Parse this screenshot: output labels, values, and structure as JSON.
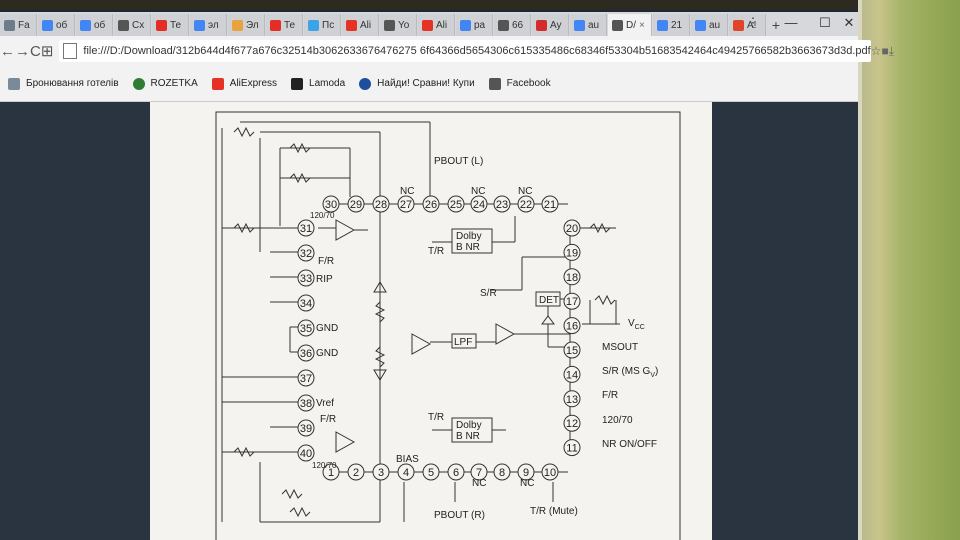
{
  "browser": {
    "tabs": [
      {
        "label": "Fa",
        "icon": "page-icon",
        "color": "#6d7c8c"
      },
      {
        "label": "об",
        "icon": "google-icon",
        "color": "#4285f4"
      },
      {
        "label": "об",
        "icon": "google-icon",
        "color": "#4285f4"
      },
      {
        "label": "Сх",
        "icon": "page-icon",
        "color": "#555555"
      },
      {
        "label": "Те",
        "icon": "youtube-icon",
        "color": "#e52d27"
      },
      {
        "label": "эл",
        "icon": "google-icon",
        "color": "#4285f4"
      },
      {
        "label": "Эл",
        "icon": "bookmark-icon",
        "color": "#e8a33d"
      },
      {
        "label": "Те",
        "icon": "youtube-icon",
        "color": "#e52d27"
      },
      {
        "label": "Пс",
        "icon": "star-icon",
        "color": "#3ba4e6"
      },
      {
        "label": "Ali",
        "icon": "aliexpress-icon",
        "color": "#e43225"
      },
      {
        "label": "Yo",
        "icon": "page-icon",
        "color": "#555555"
      },
      {
        "label": "Ali",
        "icon": "aliexpress-icon",
        "color": "#e43225"
      },
      {
        "label": "ра",
        "icon": "google-icon",
        "color": "#4285f4"
      },
      {
        "label": "66",
        "icon": "page-icon",
        "color": "#555555"
      },
      {
        "label": "Ау",
        "icon": "toyota-icon",
        "color": "#d22d2d"
      },
      {
        "label": "au",
        "icon": "google-icon",
        "color": "#4285f4"
      },
      {
        "label": "D/",
        "icon": "page-icon",
        "color": "#555555",
        "active": true
      },
      {
        "label": "21",
        "icon": "google-icon",
        "color": "#4285f4"
      },
      {
        "label": "au",
        "icon": "google-icon",
        "color": "#4285f4"
      },
      {
        "label": "А!",
        "icon": "t-icon",
        "color": "#e0452b"
      }
    ],
    "new_tab_symbol": "+",
    "window_controls": {
      "menu": "⋮",
      "minimize": "—",
      "maximize": "☐",
      "close": "✕"
    },
    "nav": {
      "back": "←",
      "forward": "→",
      "reload": "C",
      "apps": "⊞"
    },
    "url": "file:///D:/Download/312b644d4f677a676c32514b3062633676476275 6f64366d5654306c615335486c68346f53304b51683542464c49425766582b3663673d3d.pdf",
    "bookmarks": [
      {
        "label": "Бронювання готелів",
        "icon": "hotel-icon",
        "color": "#7a8a99"
      },
      {
        "label": "ROZETKA",
        "icon": "rozetka-icon",
        "color": "#2e7d32"
      },
      {
        "label": "AliExpress",
        "icon": "aliexpress-icon",
        "color": "#e43225"
      },
      {
        "label": "Lamoda",
        "icon": "lamoda-icon",
        "color": "#222222"
      },
      {
        "label": "Найди! Сравни! Купи",
        "icon": "price-icon",
        "color": "#1d4f9c"
      },
      {
        "label": "Facebook",
        "icon": "page-icon",
        "color": "#555555"
      }
    ]
  },
  "schematic": {
    "pin_labels": {
      "p30": "30",
      "p29": "29",
      "p28": "28",
      "p27": "27",
      "p26": "26",
      "p25": "25",
      "p24": "24",
      "p23": "23",
      "p22": "22",
      "p21": "21",
      "p31": "31",
      "p32": "32",
      "p33": "33",
      "p34": "34",
      "p35": "35",
      "p36": "36",
      "p37": "37",
      "p38": "38",
      "p39": "39",
      "p40": "40",
      "p1": "1",
      "p2": "2",
      "p3": "3",
      "p4": "4",
      "p5": "5",
      "p6": "6",
      "p7": "7",
      "p8": "8",
      "p9": "9",
      "p10": "10",
      "p20": "20",
      "p19": "19",
      "p18": "18",
      "p17": "17",
      "p16": "16",
      "p15": "15",
      "p14": "14",
      "p13": "13",
      "p12": "12",
      "p11": "11"
    },
    "top_labels": {
      "pbout_l": "PBOUT (L)",
      "nc27": "NC",
      "nc24": "NC",
      "nc22": "NC",
      "ratio_top": "120/70"
    },
    "left_labels": {
      "fr_top": "F/R",
      "rip": "RIP",
      "gnd35": "GND",
      "gnd36": "GND",
      "vref": "Vref",
      "fr_bottom": "F/R",
      "ratio_bottom": "120/70"
    },
    "right_labels": {
      "vcc": "V",
      "vcc_sub": "CC",
      "msout": "MSOUT",
      "sr_ms": "S/R (MS G",
      "sr_ms_sub": "V",
      "sr_ms_end": ")",
      "fr": "F/R",
      "ratio": "120/70",
      "nr": "NR ON/OFF"
    },
    "block_labels": {
      "dolby_top_1": "Dolby",
      "dolby_top_2": "B NR",
      "tr_top": "T/R",
      "sr": "S/R",
      "det": "DET",
      "lpf": "LPF",
      "dolby_bot_1": "Dolby",
      "dolby_bot_2": "B NR",
      "tr_bot": "T/R"
    },
    "bottom_labels": {
      "bias": "BIAS",
      "nc7": "NC",
      "nc9": "NC",
      "pbout_r": "PBOUT (R)",
      "tr_mute": "T/R (Mute)"
    }
  }
}
